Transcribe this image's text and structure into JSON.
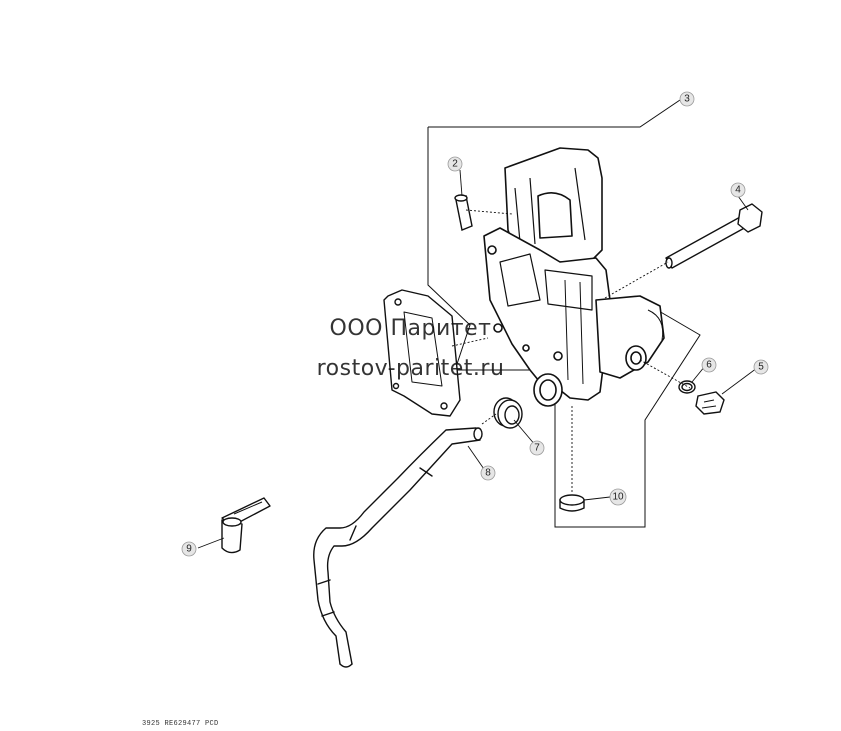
{
  "watermark": {
    "line1": "ООО Паритет",
    "line2": "rostov-paritet.ru"
  },
  "footer_code": "3925 RE629477 PCD",
  "callouts": {
    "c1": "3",
    "c2": "2",
    "c3": "4",
    "c4": "5",
    "c5": "6",
    "c6": "7",
    "c7": "8",
    "c8": "9",
    "c9": "10"
  },
  "colors": {
    "ink": "#111111",
    "callout_fill": "#e6e6e6",
    "callout_stroke": "#9a9a9a",
    "background": "#ffffff"
  }
}
